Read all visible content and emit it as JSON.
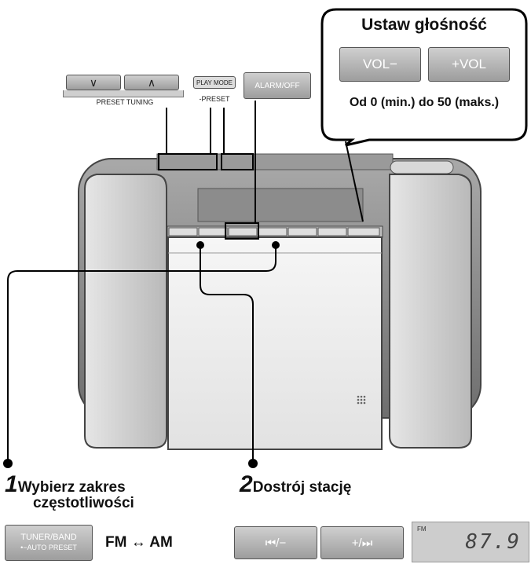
{
  "volume_callout": {
    "title": "Ustaw głośność",
    "vol_minus": "VOL−",
    "vol_plus": "+VOL",
    "range": "Od 0 (min.) do 50 (maks.)"
  },
  "top_buttons": {
    "preset_down": "∨",
    "preset_up": "∧",
    "preset_tuning": "PRESET TUNING",
    "play_mode": "PLAY MODE",
    "play_mode_sub": "-PRESET",
    "alarm_off": "ALARM/OFF"
  },
  "step1": {
    "number": "1",
    "line1": "Wybierz zakres",
    "line2": "częstotliwości",
    "button_line1": "TUNER/BAND",
    "button_line2": "•−AUTO PRESET",
    "band_toggle": "FM ↔ AM"
  },
  "step2": {
    "number": "2",
    "label": "Dostrój stację",
    "prev_button": "⏮/−",
    "next_button": "+/⏭",
    "display_band": "FM",
    "display_freq": "87.9"
  }
}
